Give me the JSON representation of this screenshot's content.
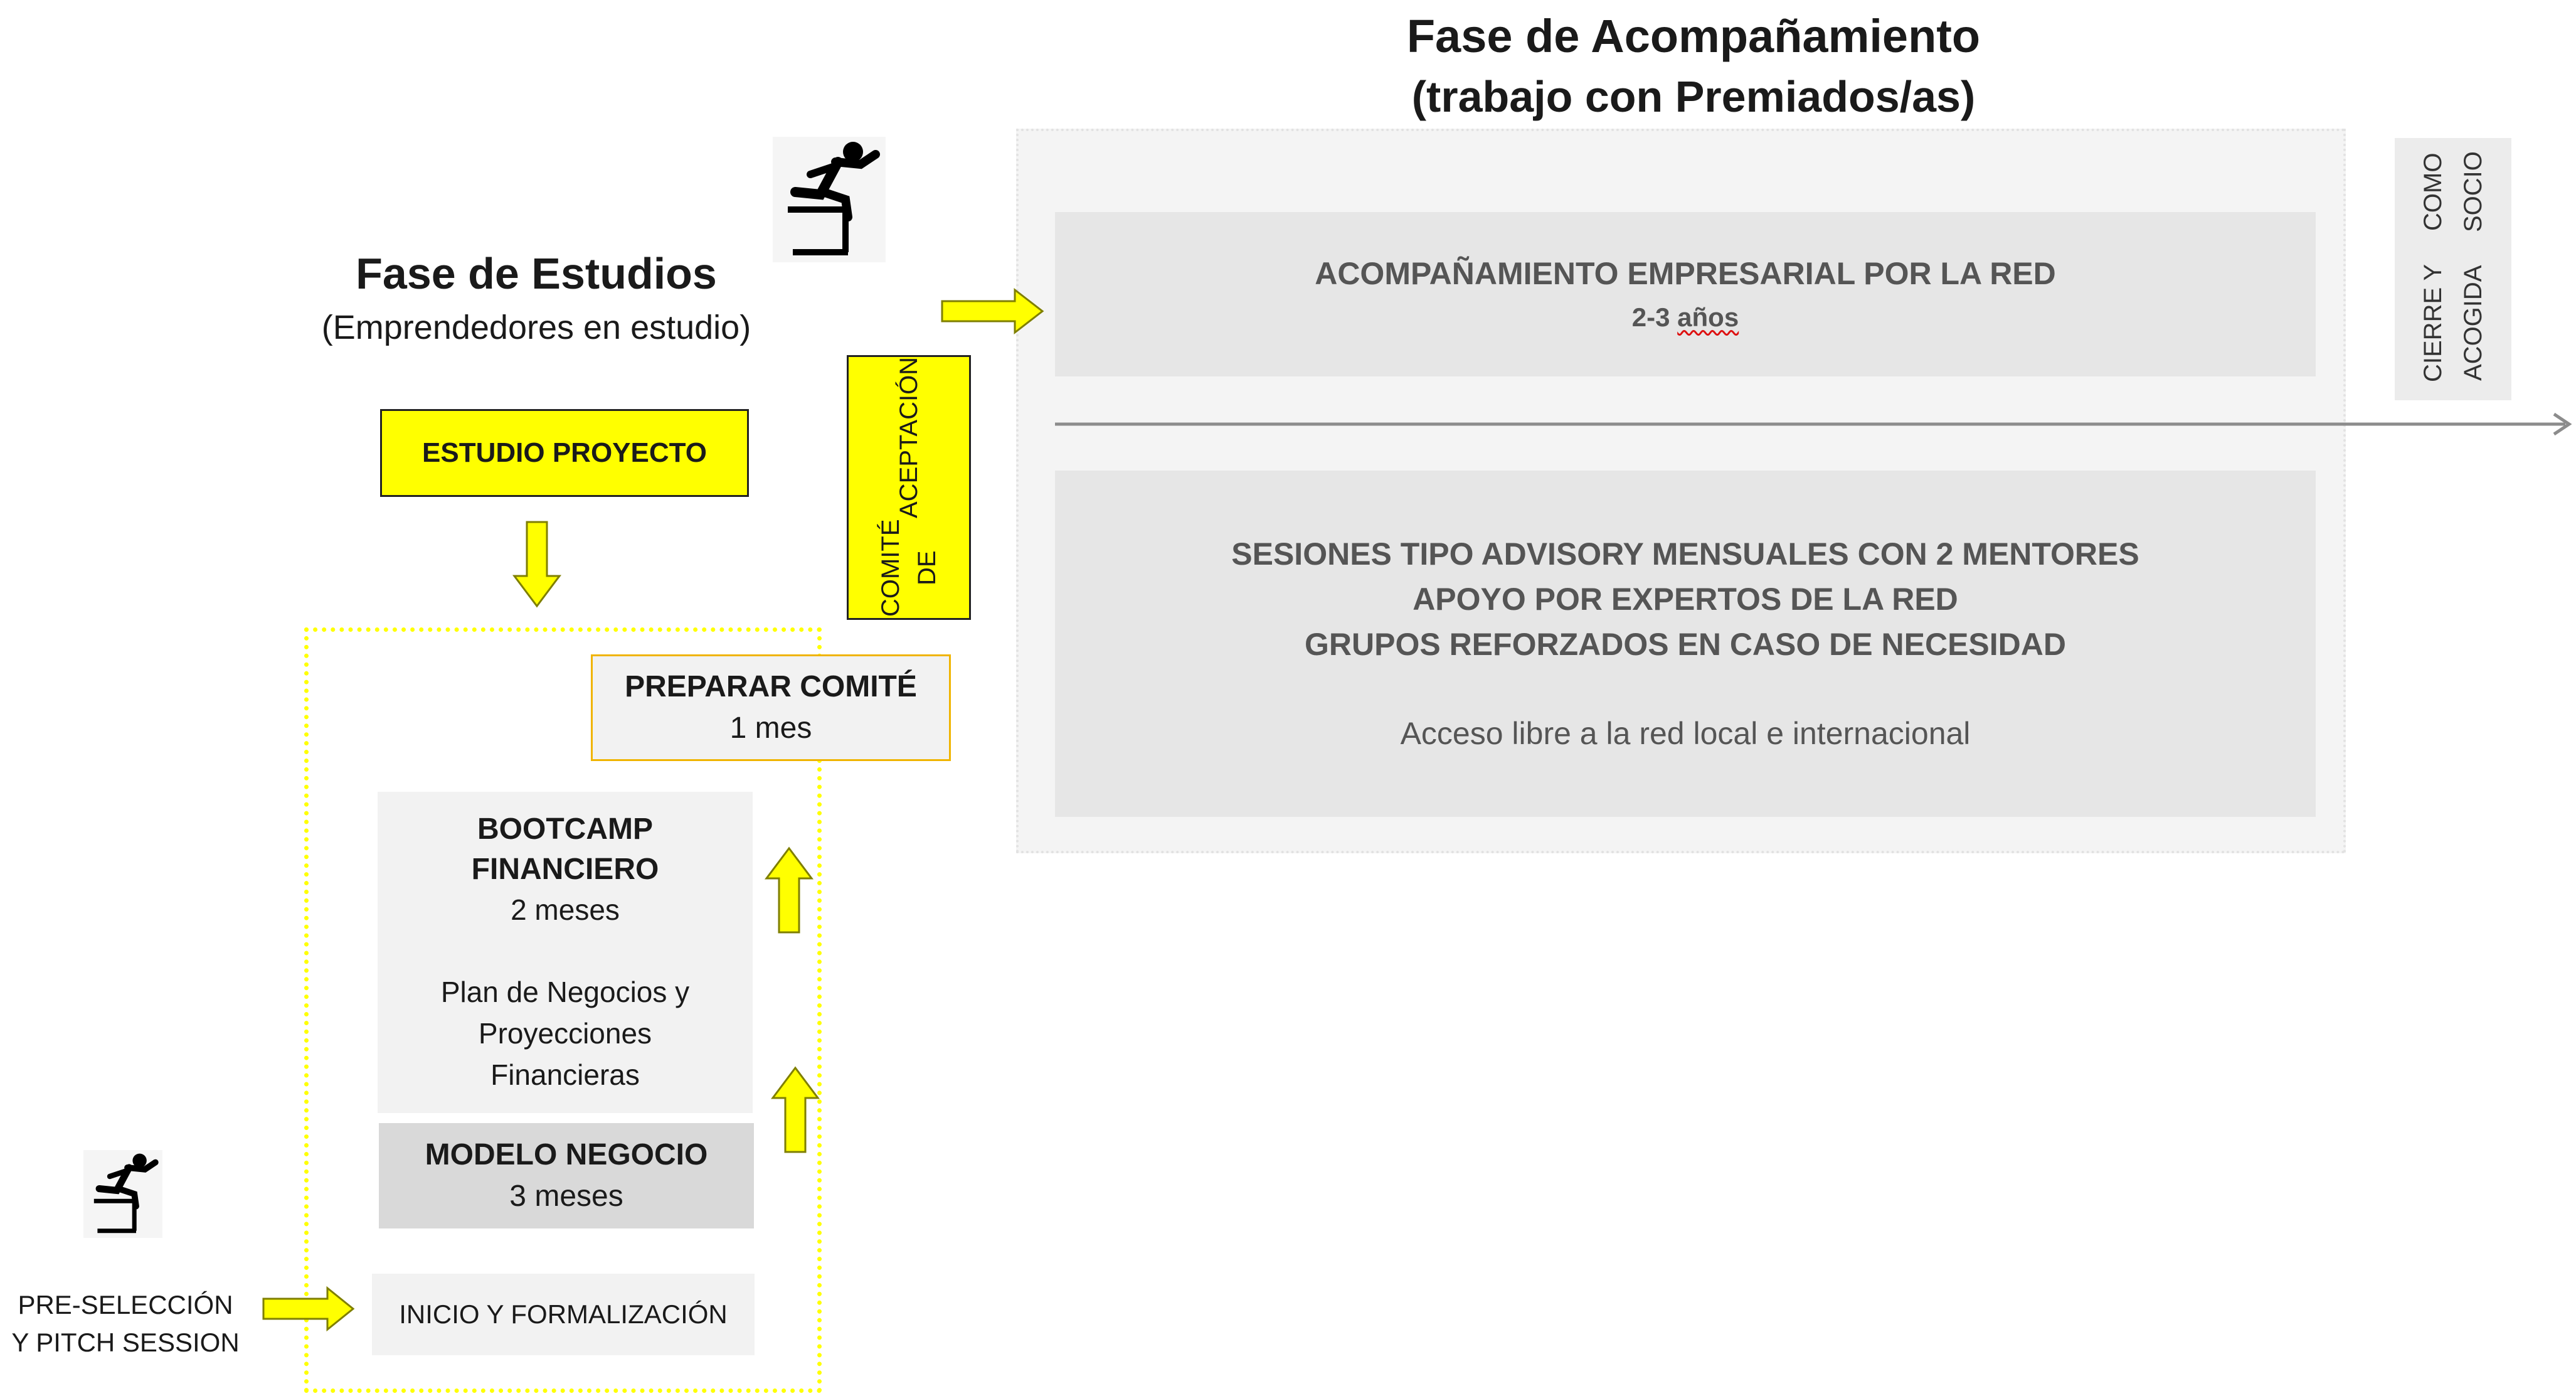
{
  "accompaniment": {
    "title": "Fase de Acompañamiento",
    "subtitle": "(trabajo con Premiados/as)",
    "business_title": "ACOMPAÑAMIENTO EMPRESARIAL POR LA RED",
    "business_duration_prefix": "2-3 ",
    "business_duration_word": "años",
    "sessions_line1": "SESIONES TIPO ADVISORY MENSUALES CON 2 MENTORES",
    "sessions_line2": "APOYO POR EXPERTOS DE LA RED",
    "sessions_line3": "GRUPOS REFORZADOS EN CASO DE NECESIDAD",
    "network_access": "Acceso libre a la red local e internacional",
    "closing_line1": "CIERRE Y ACOGIDA",
    "closing_line2": "COMO SOCIO"
  },
  "studies": {
    "title": "Fase de Estudios",
    "subtitle": "(Emprendedores en estudio)",
    "project_study": "ESTUDIO PROYECTO",
    "committee_line1": "COMITÉ DE",
    "committee_line2": "ACEPTACIÓN",
    "prepare_title": "PREPARAR COMITÉ",
    "prepare_duration": "1 mes",
    "bootcamp_line1": "BOOTCAMP",
    "bootcamp_line2": "FINANCIERO",
    "bootcamp_duration": "2 meses",
    "bootcamp_desc1": "Plan de Negocios y",
    "bootcamp_desc2": "Proyecciones",
    "bootcamp_desc3": "Financieras",
    "model_title": "MODELO NEGOCIO",
    "model_duration": "3 meses",
    "start": "INICIO Y FORMALIZACIÓN",
    "preselection_line1": "PRE-SELECCIÓN",
    "preselection_line2": "Y PITCH SESSION"
  },
  "icons": [
    "hurdle-runner-icon",
    "arrow-right-icon",
    "arrow-down-icon",
    "arrow-up-icon"
  ],
  "colors": {
    "accent_yellow": "#ffff00",
    "arrow_outline": "#7f7f00",
    "panel_gray": "#e6e6e6",
    "outer_gray": "#f4f4f4",
    "model_gray": "#d9d9d9",
    "prepare_border": "#f0b400"
  }
}
